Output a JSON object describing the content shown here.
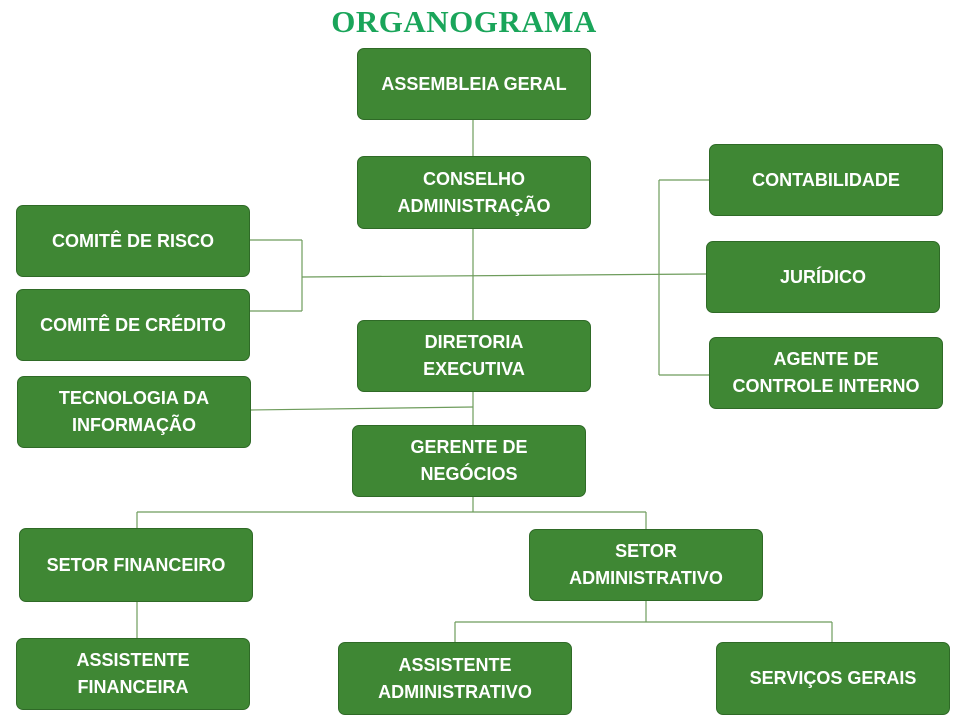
{
  "title": "ORGANOGRAMA",
  "nodes": {
    "assembleia": "ASSEMBLEIA GERAL",
    "conselho": "CONSELHO\nADMINISTRAÇÃO",
    "contabilidade": "CONTABILIDADE",
    "comite_risco": "COMITÊ DE RISCO",
    "juridico": "JURÍDICO",
    "comite_credito": "COMITÊ DE CRÉDITO",
    "diretoria": "DIRETORIA\nEXECUTIVA",
    "agente": "AGENTE DE\nCONTROLE INTERNO",
    "tecnologia": "TECNOLOGIA DA\nINFORMAÇÃO",
    "gerente": "GERENTE DE\nNEGÓCIOS",
    "setor_financeiro": "SETOR FINANCEIRO",
    "setor_administrativo": "SETOR\nADMINISTRATIVO",
    "assistente_financeira": "ASSISTENTE\nFINANCEIRA",
    "assistente_administrativo": "ASSISTENTE\nADMINISTRATIVO",
    "servicos_gerais": "SERVIÇOS GERAIS"
  },
  "colors": {
    "title": "#1aa55a",
    "box_fill": "#3f8734",
    "box_border": "#2f6a27",
    "connector": "#6e9c5c",
    "box_text": "#ffffff"
  }
}
